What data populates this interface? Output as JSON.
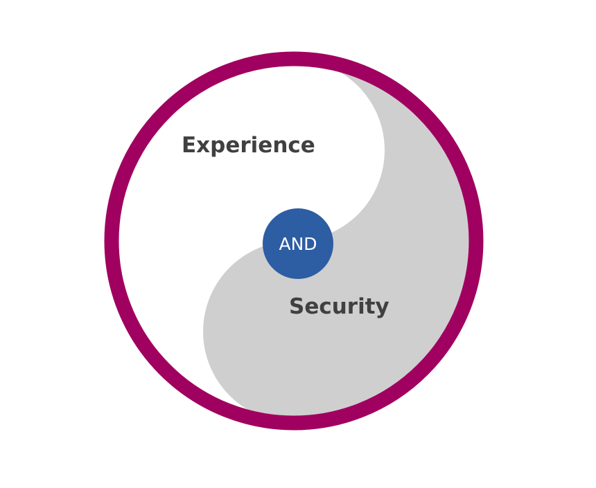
{
  "diagram": {
    "top_label": "Experience",
    "bottom_label": "Security",
    "center_label": "AND"
  },
  "colors": {
    "ring": "#a0005f",
    "top_half_fill": "#ffffff",
    "bottom_half_fill": "#cfcfcf",
    "center_circle": "#2d5da3",
    "label_text": "#404040",
    "center_text": "#ffffff"
  }
}
